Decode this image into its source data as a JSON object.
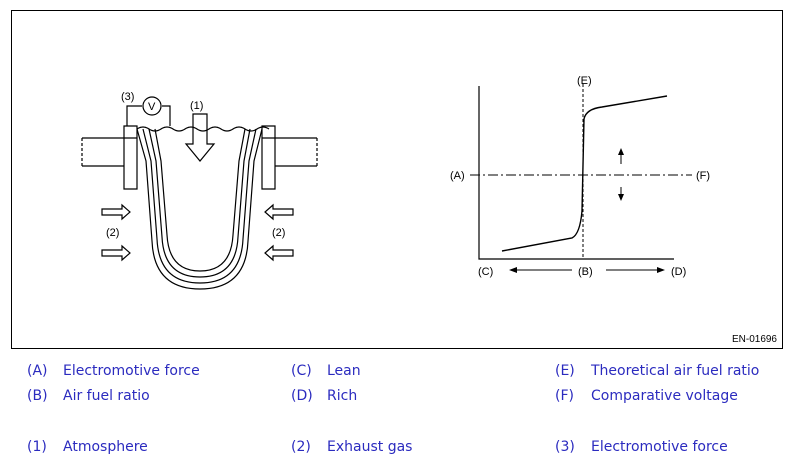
{
  "figure": {
    "code": "EN-01696",
    "labels": {
      "A": "(A)",
      "B": "(B)",
      "C": "(C)",
      "D": "(D)",
      "E": "(E)",
      "F": "(F)",
      "n1": "(1)",
      "n2a": "(2)",
      "n2b": "(2)",
      "n3": "(3)",
      "V": "V"
    }
  },
  "legend": [
    {
      "key": "(A)",
      "text": "Electromotive force"
    },
    {
      "key": "(C)",
      "text": "Lean"
    },
    {
      "key": "(E)",
      "text": "Theoretical air fuel ratio"
    },
    {
      "key": "(B)",
      "text": "Air fuel ratio"
    },
    {
      "key": "(D)",
      "text": "Rich"
    },
    {
      "key": "(F)",
      "text": "Comparative voltage"
    },
    {
      "key": "(1)",
      "text": "Atmosphere"
    },
    {
      "key": "(2)",
      "text": "Exhaust gas"
    },
    {
      "key": "(3)",
      "text": "Electromotive force"
    }
  ],
  "colors": {
    "legend_text": "#2b2bbf",
    "line": "#000000"
  }
}
